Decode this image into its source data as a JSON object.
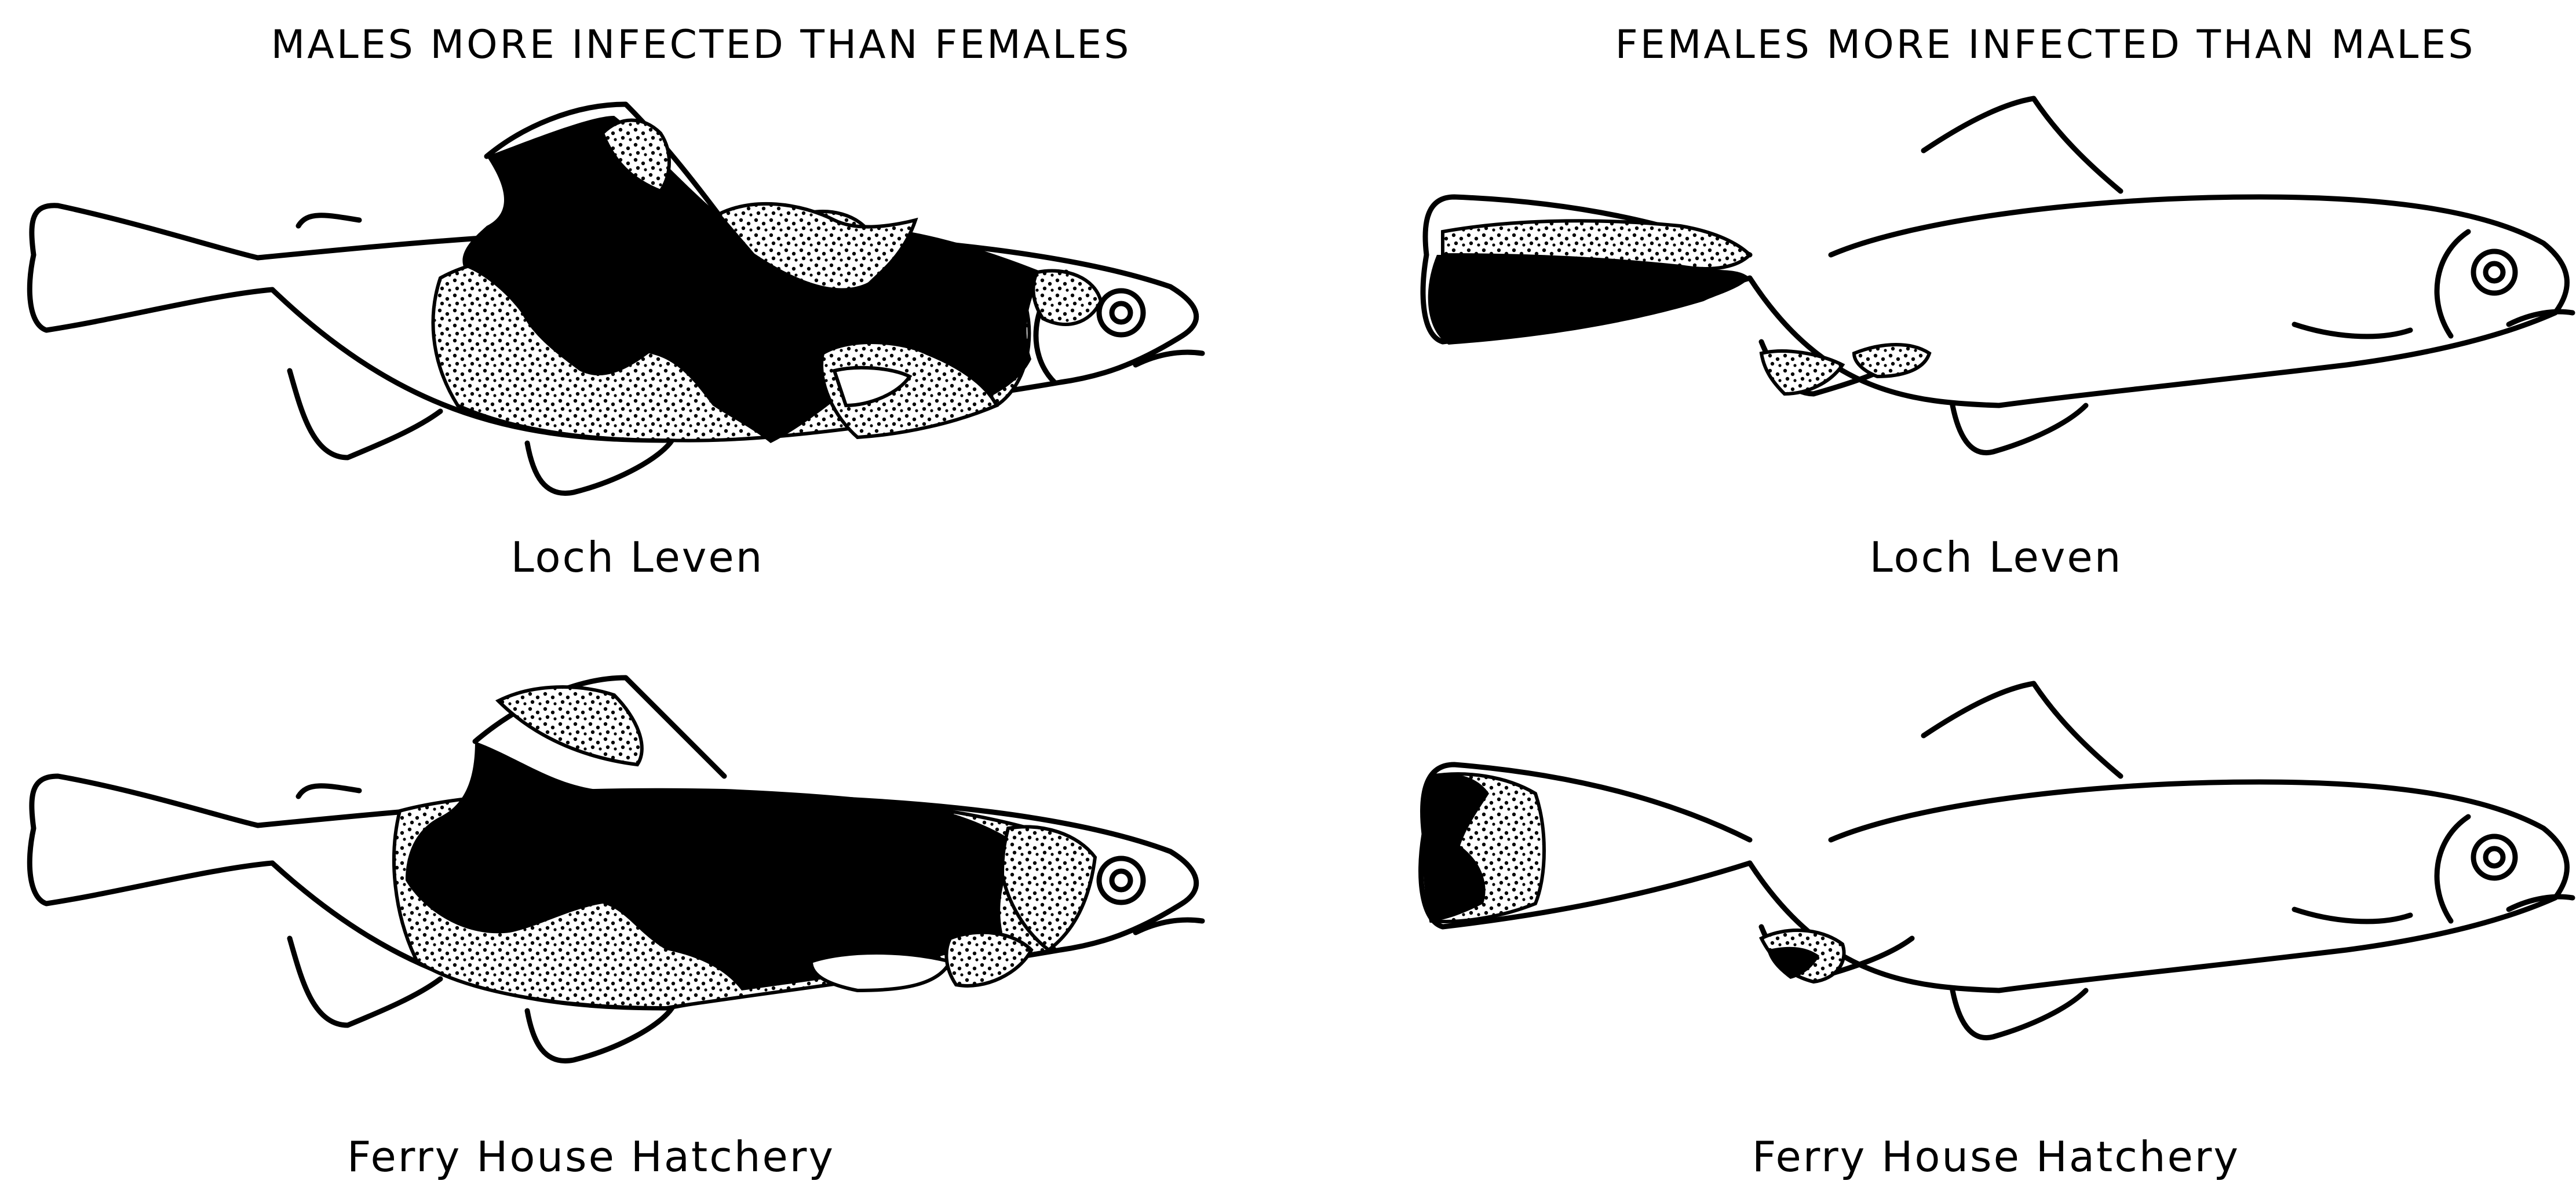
{
  "left_column": {
    "heading": "MALES MORE INFECTED THAN FEMALES",
    "panels": [
      {
        "caption": "Loch Leven"
      },
      {
        "caption": "Ferry House Hatchery"
      }
    ]
  },
  "right_column": {
    "heading": "FEMALES MORE INFECTED THAN MALES",
    "panels": [
      {
        "caption": "Loch Leven"
      },
      {
        "caption": "Ferry House Hatchery"
      }
    ]
  },
  "colors": {
    "line": "#000000",
    "fill_heavy": "#000000",
    "fill_light_stipple": "#000000",
    "background": "#ffffff"
  }
}
